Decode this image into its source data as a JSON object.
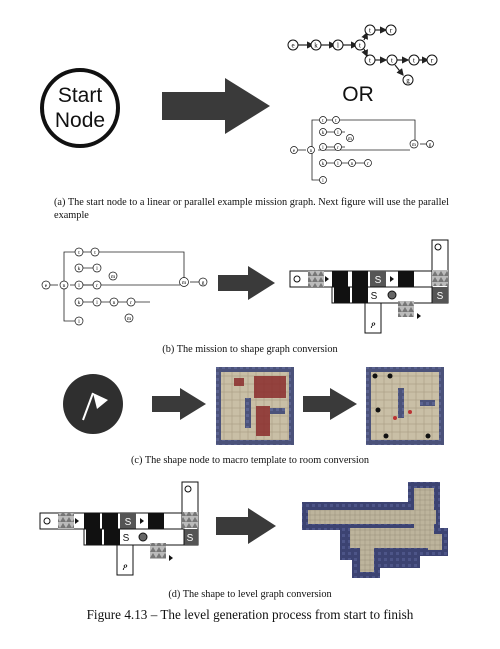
{
  "panel_a": {
    "start_node_line1": "Start",
    "start_node_line2": "Node",
    "or_label": "OR",
    "linear_graph_nodes": [
      "e",
      "k",
      "l",
      "t",
      "t",
      "r",
      "t",
      "t",
      "r",
      "g"
    ],
    "parallel_graph_nodes": [
      "e",
      "n",
      "t",
      "k",
      "l",
      "m",
      "l",
      "r",
      "t",
      "k",
      "l",
      "n",
      "r",
      "l",
      "m",
      "g"
    ],
    "caption": "(a) The start node to a linear or parallel example mission graph.  Next figure will use the parallel example"
  },
  "panel_b": {
    "graph_nodes": [
      "e",
      "n",
      "t",
      "k",
      "l",
      "m",
      "l",
      "r",
      "t",
      "k",
      "l",
      "n",
      "r",
      "l",
      "m",
      "g"
    ],
    "shape_tiles": [
      "S",
      "S",
      "S"
    ],
    "caption": "(b) The mission to shape graph conversion"
  },
  "panel_c": {
    "caption": "(c) The shape node to macro template to room conversion"
  },
  "panel_d": {
    "shape_tiles": [
      "S",
      "S",
      "S"
    ],
    "caption": "(d) The shape to level graph conversion"
  },
  "figure_caption": "Figure 4.13 – The level generation process from start to finish"
}
